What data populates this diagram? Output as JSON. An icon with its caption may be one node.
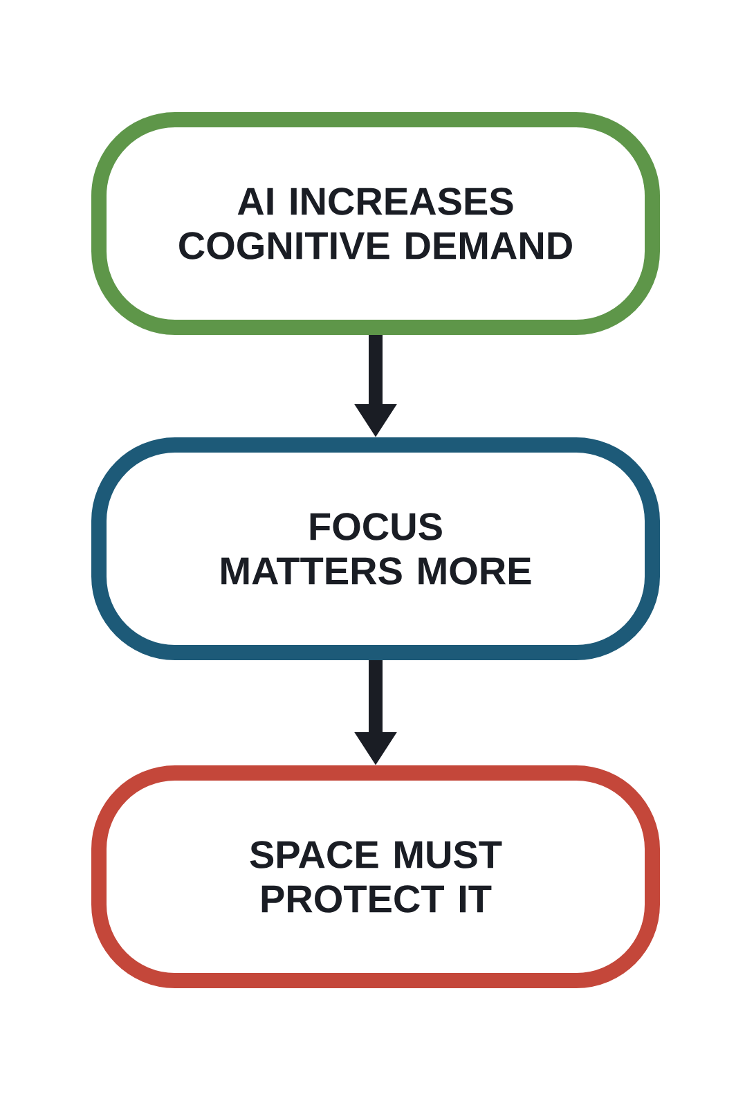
{
  "diagram": {
    "nodes": [
      {
        "text": [
          "AI INCREASES COGNITIVE DEMAND"
        ]
      },
      {
        "text": [
          "FOCUS MATTERS MORE"
        ]
      },
      {
        "text": [
          "SPACE MUST PROTECT IT"
        ]
      }
    ],
    "edges": [
      {
        "from": 0,
        "to": 1,
        "arrow": "to"
      },
      {
        "from": 1,
        "to": 2,
        "arrow": "to"
      }
    ]
  }
}
